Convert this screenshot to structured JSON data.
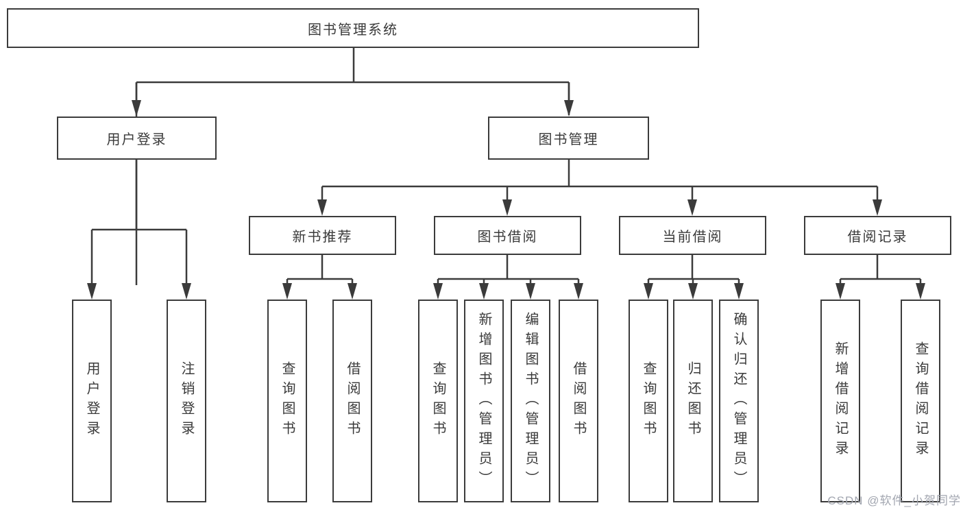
{
  "tree": {
    "label": "图书管理系统",
    "children": [
      {
        "label": "用户登录",
        "children": [
          {
            "label": "用户登录"
          },
          {
            "label": "注销登录"
          }
        ]
      },
      {
        "label": "图书管理",
        "children": [
          {
            "label": "新书推荐",
            "children": [
              {
                "label": "查询图书"
              },
              {
                "label": "借阅图书"
              }
            ]
          },
          {
            "label": "图书借阅",
            "children": [
              {
                "label": "查询图书"
              },
              {
                "label": "新增图书（管理员）"
              },
              {
                "label": "编辑图书（管理员）"
              },
              {
                "label": "借阅图书"
              }
            ]
          },
          {
            "label": "当前借阅",
            "children": [
              {
                "label": "查询图书"
              },
              {
                "label": "归还图书"
              },
              {
                "label": "确认归还（管理员）"
              }
            ]
          },
          {
            "label": "借阅记录",
            "children": [
              {
                "label": "新增借阅记录"
              },
              {
                "label": "查询借阅记录"
              }
            ]
          }
        ]
      }
    ]
  },
  "watermark": "CSDN @软件_小贺同学",
  "colors": {
    "line": "#3b3b3b",
    "text": "#3a3a3a",
    "box_fill": "#ffffff",
    "watermark": "#a2a6b0"
  }
}
